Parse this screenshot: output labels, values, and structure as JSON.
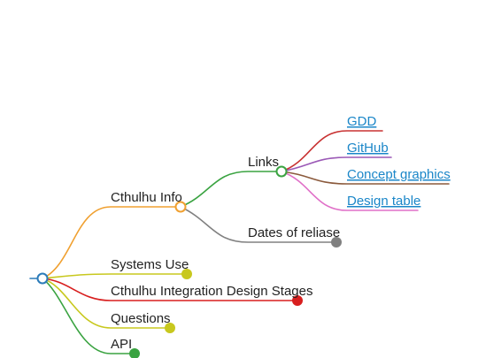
{
  "mindmap": {
    "root": {
      "color": "#2b7bb9"
    },
    "cthulhu_info": {
      "label": "Cthulhu Info",
      "color": "#f0a030",
      "links": {
        "label": "Links",
        "color": "#3aa341",
        "items": [
          {
            "label": "GDD",
            "color": "#c83232"
          },
          {
            "label": "GitHub",
            "color": "#9b59b6"
          },
          {
            "label": "Concept graphics",
            "color": "#8b5a3c"
          },
          {
            "label": "Design table",
            "color": "#e070c8"
          }
        ]
      },
      "dates": {
        "label": "Dates of reliase",
        "color": "#808080"
      }
    },
    "systems_use": {
      "label": "Systems Use",
      "color": "#c8c81e"
    },
    "integration": {
      "label": "Cthulhu Integration Design Stages",
      "color": "#d81e1e"
    },
    "questions": {
      "label": "Questions",
      "color": "#c8c81e"
    },
    "api": {
      "label": "API",
      "color": "#3aa341"
    }
  }
}
